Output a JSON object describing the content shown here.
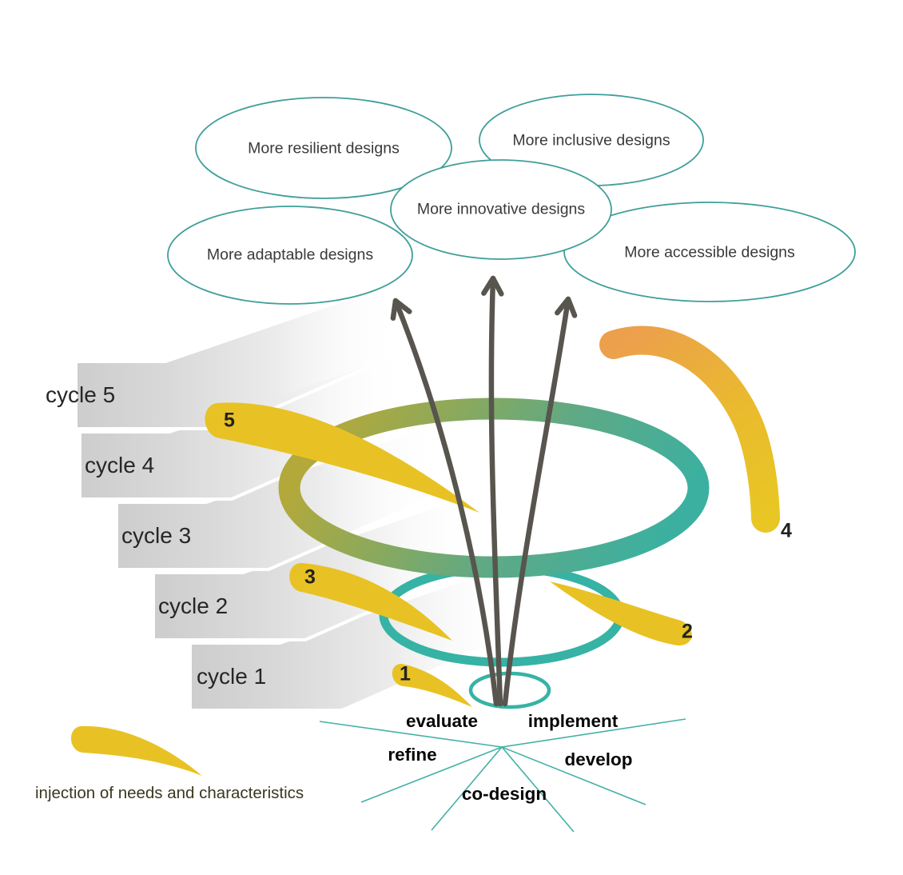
{
  "outcomes": [
    {
      "id": "resilient",
      "label": "More resilient designs"
    },
    {
      "id": "inclusive",
      "label": "More inclusive designs"
    },
    {
      "id": "innovative",
      "label": "More innovative designs"
    },
    {
      "id": "adaptable",
      "label": "More adaptable designs"
    },
    {
      "id": "accessible",
      "label": "More accessible designs"
    }
  ],
  "cycles": [
    {
      "label": "cycle 5"
    },
    {
      "label": "cycle 4"
    },
    {
      "label": "cycle 3"
    },
    {
      "label": "cycle 2"
    },
    {
      "label": "cycle 1"
    }
  ],
  "injections": [
    {
      "number": "1"
    },
    {
      "number": "2"
    },
    {
      "number": "3"
    },
    {
      "number": "4"
    },
    {
      "number": "5"
    }
  ],
  "process_steps": [
    {
      "label": "evaluate"
    },
    {
      "label": "implement"
    },
    {
      "label": "refine"
    },
    {
      "label": "develop"
    },
    {
      "label": "co-design"
    }
  ],
  "legend": {
    "label": "injection of needs and characteristics"
  },
  "colors": {
    "ellipse_stroke": "#3f9f99",
    "arrow": "#57554e",
    "spoke": "#44b1a6",
    "spiral_teal": "#36b3a4",
    "spiral_green": "#68a878",
    "spiral_olive": "#b2a83b",
    "injection_yellow": "#e8c224",
    "injection_orange": "#eca04c",
    "band_gray": "#cfcfcf",
    "text_dark": "#2b2b2b"
  }
}
